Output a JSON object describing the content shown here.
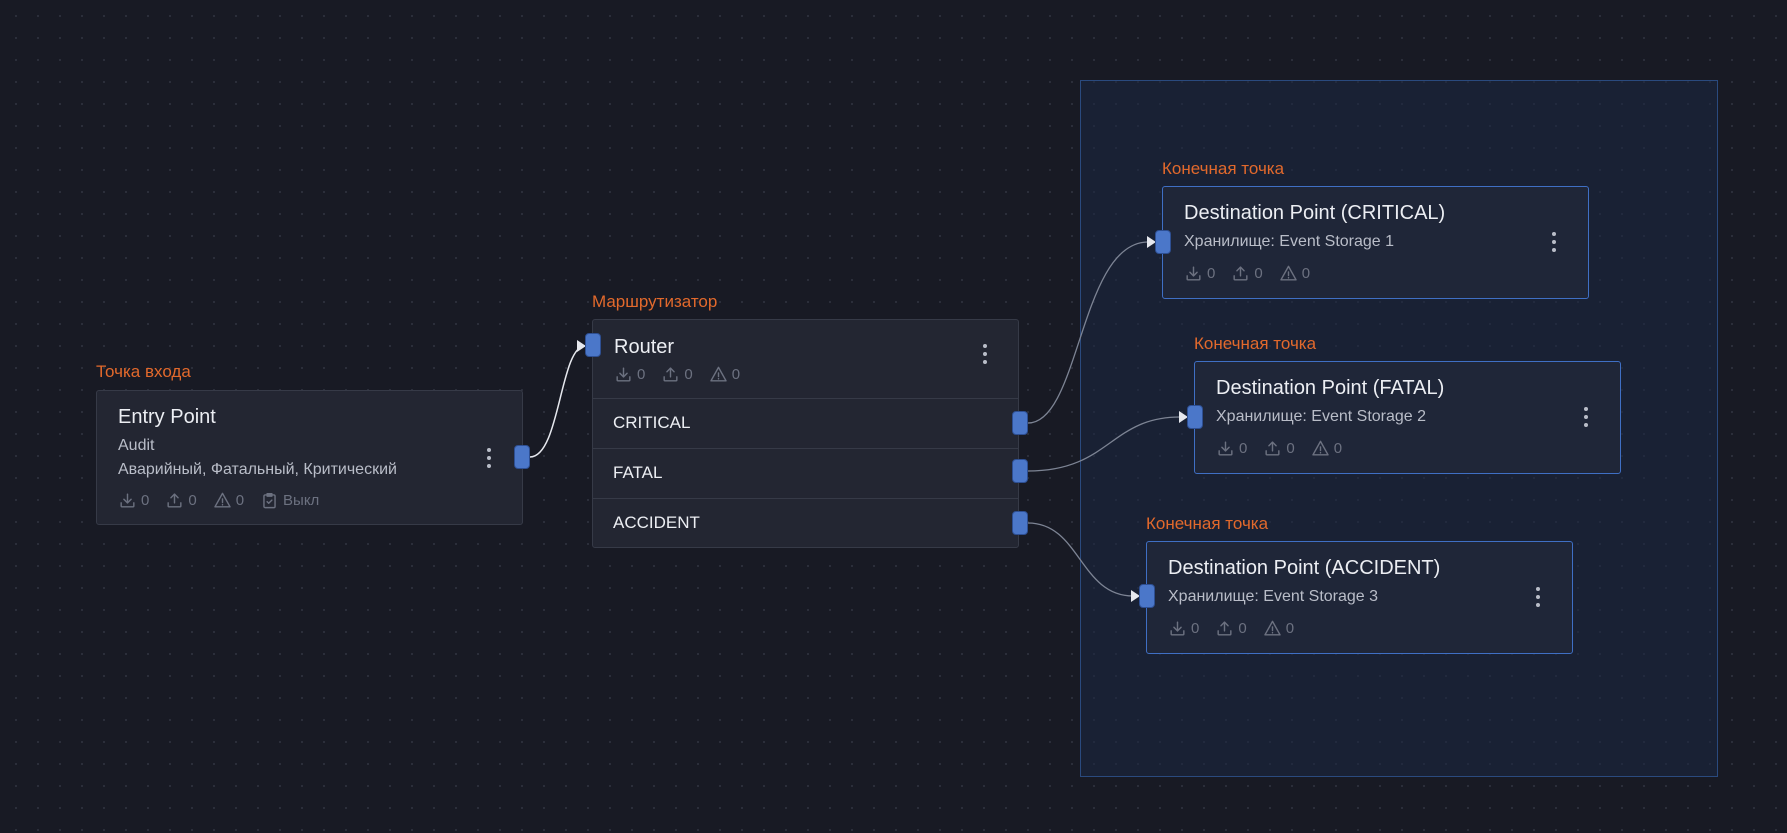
{
  "entry": {
    "type_label": "Точка входа",
    "title": "Entry Point",
    "subtitle": "Audit",
    "levels": "Аварийный, Фатальный, Критический",
    "stats": {
      "in": "0",
      "out": "0",
      "warn": "0",
      "status": "Выкл"
    }
  },
  "router": {
    "type_label": "Маршрутизатор",
    "title": "Router",
    "stats": {
      "in": "0",
      "out": "0",
      "warn": "0"
    },
    "routes": [
      {
        "label": "CRITICAL"
      },
      {
        "label": "FATAL"
      },
      {
        "label": "ACCIDENT"
      }
    ]
  },
  "destinations": [
    {
      "type_label": "Конечная точка",
      "title": "Destination Point (CRITICAL)",
      "storage": "Хранилище: Event Storage 1",
      "stats": {
        "in": "0",
        "out": "0",
        "warn": "0"
      }
    },
    {
      "type_label": "Конечная точка",
      "title": "Destination Point (FATAL)",
      "storage": "Хранилище: Event Storage 2",
      "stats": {
        "in": "0",
        "out": "0",
        "warn": "0"
      }
    },
    {
      "type_label": "Конечная точка",
      "title": "Destination Point (ACCIDENT)",
      "storage": "Хранилище: Event Storage 3",
      "stats": {
        "in": "0",
        "out": "0",
        "warn": "0"
      }
    }
  ],
  "icons": {
    "in": "download-icon",
    "out": "upload-icon",
    "warn": "warning-icon",
    "status": "clipboard-check-icon",
    "menu": "more-vertical-icon"
  },
  "colors": {
    "background": "#181a24",
    "node": "#232632",
    "destination_node": "#1f2638",
    "accent_border": "#3f6fc4",
    "port": "#4b77c9",
    "type_label": "#e2692c"
  }
}
